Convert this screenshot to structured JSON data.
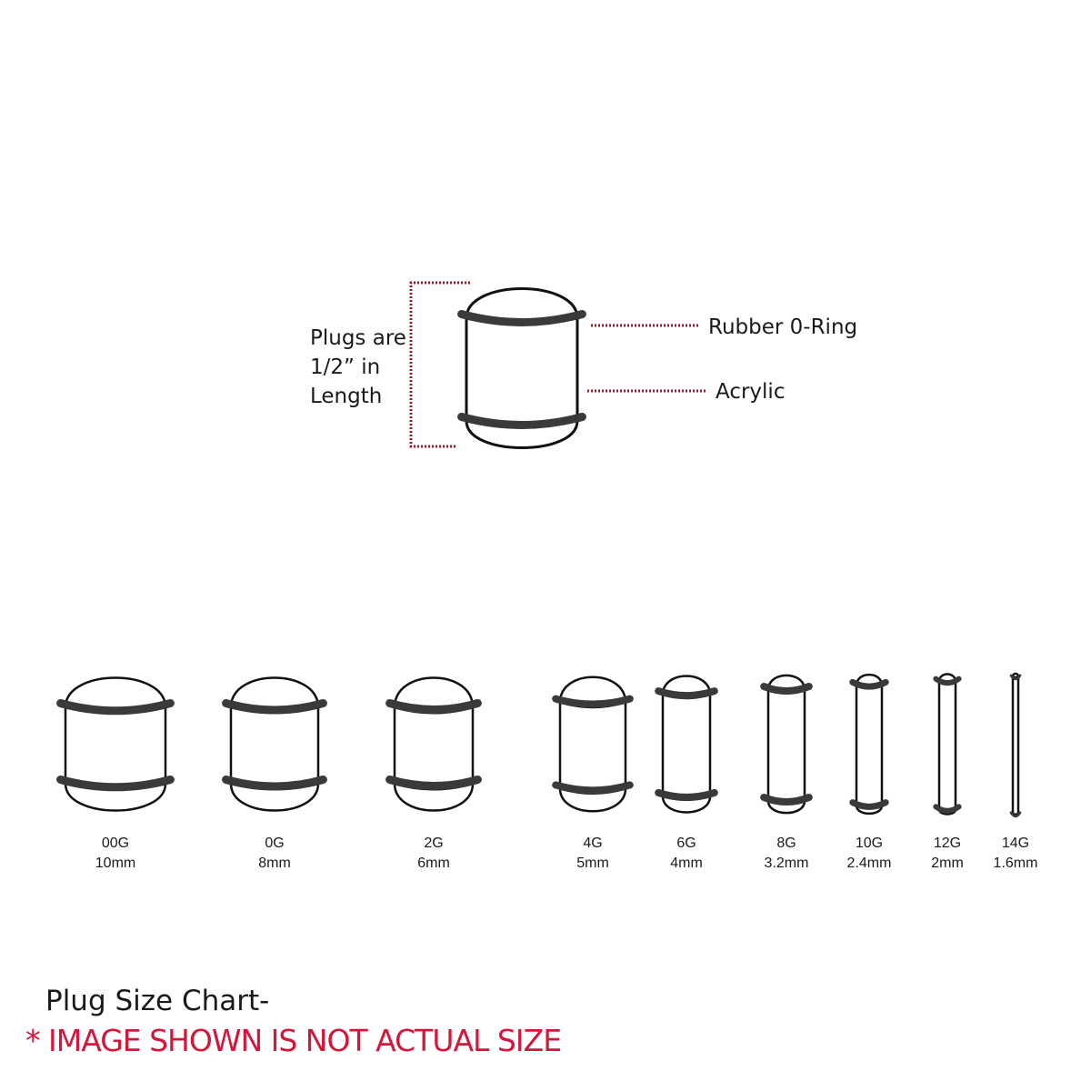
{
  "colors": {
    "outline": "#111111",
    "ring": "#3a3a3a",
    "guide": "#a3172b",
    "warning": "#d4163a"
  },
  "hero": {
    "length_label_lines": [
      "Plugs are",
      "1/2” in",
      "Length"
    ],
    "oring_label": "Rubber 0-Ring",
    "material_label": "Acrylic"
  },
  "sizes": [
    {
      "gauge": "00G",
      "mm": "10mm"
    },
    {
      "gauge": "0G",
      "mm": "8mm"
    },
    {
      "gauge": "2G",
      "mm": "6mm"
    },
    {
      "gauge": "4G",
      "mm": "5mm"
    },
    {
      "gauge": "6G",
      "mm": "4mm"
    },
    {
      "gauge": "8G",
      "mm": "3.2mm"
    },
    {
      "gauge": "10G",
      "mm": "2.4mm"
    },
    {
      "gauge": "12G",
      "mm": "2mm"
    },
    {
      "gauge": "14G",
      "mm": "1.6mm"
    }
  ],
  "footer": {
    "title": "Plug Size Chart-",
    "warning": "* IMAGE SHOWN IS NOT ACTUAL SIZE"
  }
}
